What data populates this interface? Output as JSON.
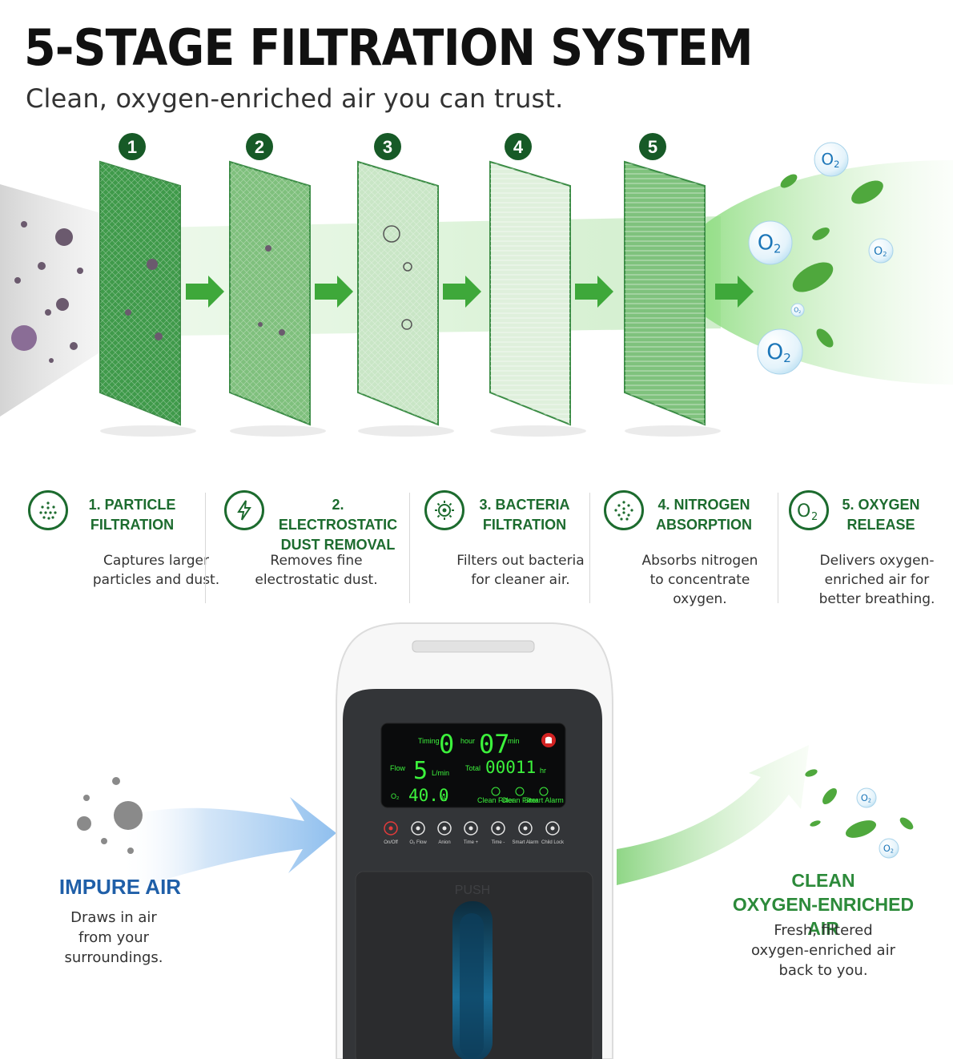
{
  "header": {
    "title": "5-STAGE FILTRATION SYSTEM",
    "subtitle": "Clean, oxygen-enriched air you can trust."
  },
  "filters": [
    {
      "number": "1",
      "shade": "#3f9a4a"
    },
    {
      "number": "2",
      "shade": "#7fc07d"
    },
    {
      "number": "3",
      "shade": "#c9e6c6"
    },
    {
      "number": "4",
      "shade": "#dff0dc"
    },
    {
      "number": "5",
      "shade": "#7fc27d"
    }
  ],
  "o2_label": "O",
  "o2_sub": "2",
  "stages": [
    {
      "icon": "particle-icon",
      "title": "1. PARTICLE\nFILTRATION",
      "desc": "Captures larger\nparticles and dust."
    },
    {
      "icon": "lightning-icon",
      "title": "2. ELECTROSTATIC\nDUST REMOVAL",
      "desc": "Removes fine\nelectrostatic dust."
    },
    {
      "icon": "bacteria-icon",
      "title": "3. BACTERIA\nFILTRATION",
      "desc": "Filters out bacteria\nfor cleaner air."
    },
    {
      "icon": "nitrogen-dots-icon",
      "title": "4. NITROGEN\nABSORPTION",
      "desc": "Absorbs nitrogen\nto concentrate\noxygen."
    },
    {
      "icon": "o2-icon",
      "title": "5. OXYGEN\nRELEASE",
      "desc": "Delivers oxygen-\nenriched air for\nbetter breathing."
    }
  ],
  "impure": {
    "title": "IMPURE AIR",
    "desc": "Draws in air\nfrom your\nsurroundings."
  },
  "clean": {
    "title": "CLEAN\nOXYGEN-ENRICHED AIR",
    "desc": "Fresh, filtered\noxygen-enriched air\nback to you."
  },
  "device": {
    "timing_label": "Timing",
    "timing_hour": "0",
    "hour_label": "hour",
    "timing_min": "07",
    "min_label": "min",
    "flow_label": "Flow",
    "flow_value": "5",
    "flow_unit": "L/min",
    "total_label": "Total",
    "total_value": "00011",
    "total_unit": "hr",
    "o2_label": "O₂",
    "o2_value": "40.0",
    "o2_unit": "%",
    "status": [
      "Clean Filter",
      "Clean Filter",
      "Smart Alarm"
    ],
    "buttons": [
      "On/Off",
      "O₂ Flow",
      "Anion",
      "Time +",
      "Time -",
      "Smart Alarm",
      "Child Lock"
    ],
    "push_label": "PUSH"
  },
  "colors": {
    "brand_green": "#1c6b2e",
    "impure_blue": "#1f5fa8",
    "clean_green": "#2c8a3a"
  }
}
